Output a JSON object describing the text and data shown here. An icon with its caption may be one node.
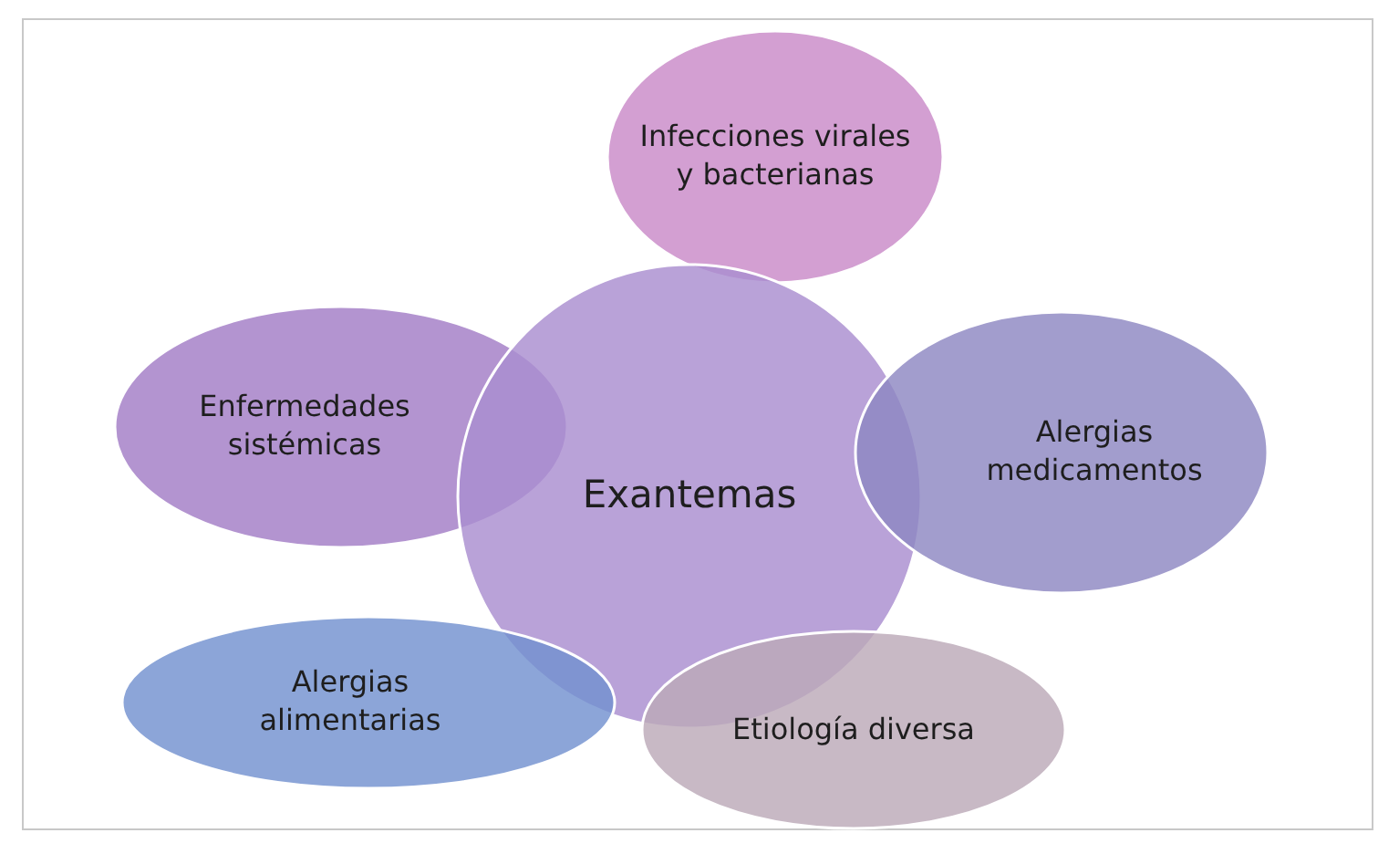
{
  "diagram": {
    "nodes": [
      {
        "text": [
          "Infecciones virales y bacterianas"
        ]
      },
      {
        "text": [
          "Enfermedades sistémicas"
        ]
      },
      {
        "text": [
          "Exantemas"
        ]
      },
      {
        "text": [
          "Alergias medicamentos"
        ]
      },
      {
        "text": [
          "Alergias alimentarias"
        ]
      },
      {
        "text": [
          "Etiología diversa"
        ]
      }
    ]
  }
}
